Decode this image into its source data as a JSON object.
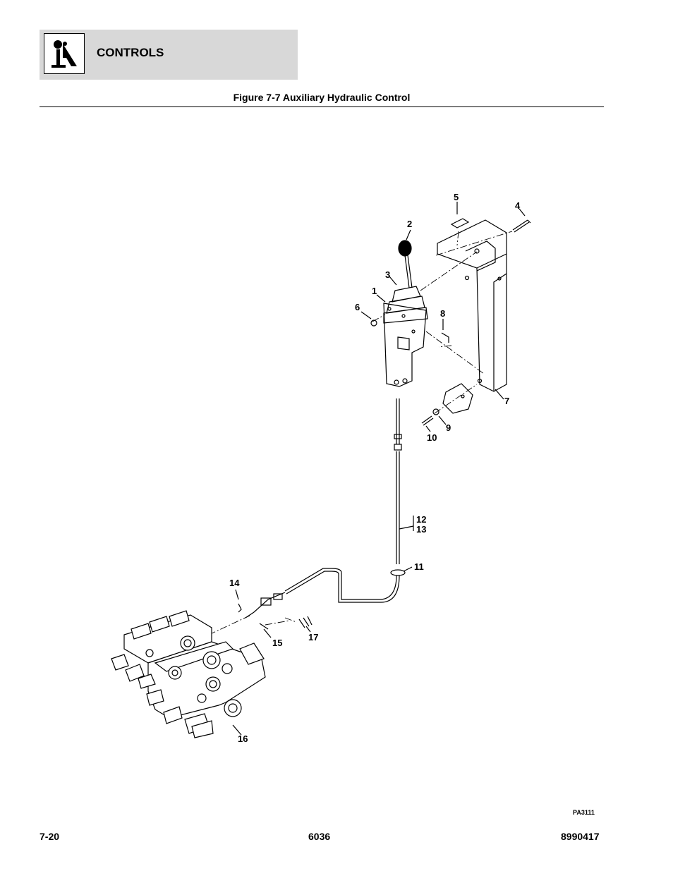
{
  "header": {
    "section_title": "CONTROLS",
    "logo_icon": "joystick-control-icon"
  },
  "figure": {
    "title": "Figure 7-7 Auxiliary Hydraulic Control"
  },
  "callouts": [
    "1",
    "2",
    "3",
    "4",
    "5",
    "6",
    "7",
    "8",
    "9",
    "10",
    "11",
    "12",
    "13",
    "14",
    "15",
    "16",
    "17"
  ],
  "figure_code": "PA3111",
  "footer": {
    "page_number": "7-20",
    "model": "6036",
    "manual_number": "8990417"
  }
}
